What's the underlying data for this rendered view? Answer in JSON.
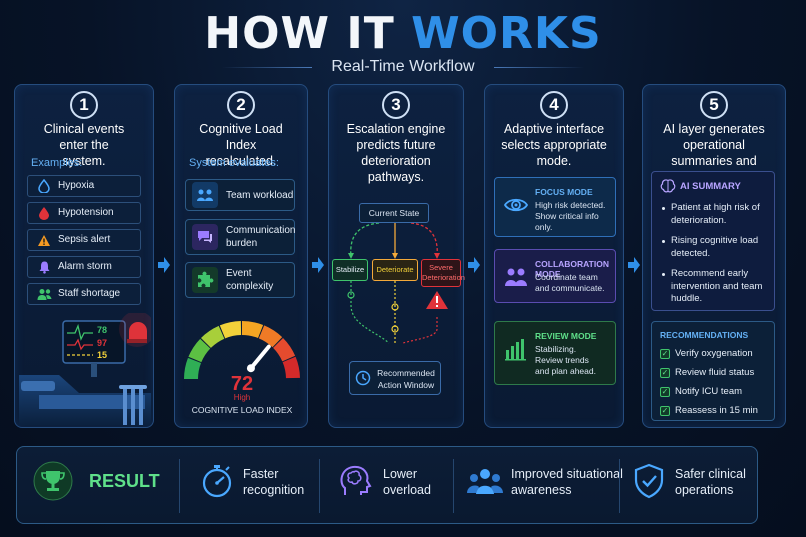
{
  "header": {
    "title_part1": "HOW IT",
    "title_part2": "WORKS",
    "subtitle": "Real-Time Workflow"
  },
  "steps": [
    {
      "number": "1",
      "heading": "Clinical events enter the system.",
      "section_label": "Examples:",
      "items": [
        {
          "label": "Hypoxia",
          "icon": "droplet-icon",
          "color": "#4aa8ff"
        },
        {
          "label": "Hypotension",
          "icon": "blood-drop-icon",
          "color": "#e0333a"
        },
        {
          "label": "Sepsis alert",
          "icon": "warning-icon",
          "color": "#f59a23"
        },
        {
          "label": "Alarm storm",
          "icon": "bell-icon",
          "color": "#9b7cff"
        },
        {
          "label": "Staff shortage",
          "icon": "people-icon",
          "color": "#3fc46c"
        }
      ],
      "monitor_values": [
        "78",
        "97",
        "15"
      ]
    },
    {
      "number": "2",
      "heading": "Cognitive Load Index recalculated.",
      "section_label": "System evaluates:",
      "tiles": [
        {
          "label": "Team workload",
          "icon": "team-icon",
          "color": "#4aa8ff"
        },
        {
          "label": "Communication burden",
          "icon": "chat-icon",
          "color": "#9b7cff"
        },
        {
          "label": "Event complexity",
          "icon": "puzzle-icon",
          "color": "#3fc46c"
        }
      ],
      "gauge": {
        "value": "72",
        "level": "High",
        "label": "COGNITIVE LOAD INDEX",
        "min": 0,
        "max": 100,
        "reading": 72
      }
    },
    {
      "number": "3",
      "heading": "Escalation engine predicts future deterioration pathways.",
      "flow": {
        "start": "Current State",
        "stabilize": "Stabilize",
        "deteriorate": "Deteriorate",
        "severe": "Severe Deterioration",
        "end": "Recommended Action Window"
      }
    },
    {
      "number": "4",
      "heading": "Adaptive interface selects appropriate mode.",
      "modes": [
        {
          "title": "FOCUS MODE",
          "description": "High risk detected. Show critical info only.",
          "icon": "eye-icon",
          "color": "#4aa8ff"
        },
        {
          "title": "COLLABORATION MODE",
          "description": "Coordinate team and communicate.",
          "icon": "team-icon",
          "color": "#9b7cff"
        },
        {
          "title": "REVIEW MODE",
          "description": "Stabilizing. Review trends and plan ahead.",
          "icon": "bar-chart-icon",
          "color": "#3fc46c"
        }
      ]
    },
    {
      "number": "5",
      "heading": "AI layer generates operational summaries and recommendations.",
      "summary_title": "AI SUMMARY",
      "summary_points": [
        "Patient at high risk of deterioration.",
        "Rising cognitive load detected.",
        "Recommend early intervention and team huddle."
      ],
      "recommendations_title": "RECOMMENDATIONS",
      "recommendations": [
        "Verify oxygenation",
        "Review fluid status",
        "Notify ICU team",
        "Reassess in 15 min"
      ]
    }
  ],
  "result": {
    "label": "RESULT",
    "benefits": [
      {
        "text": "Faster recognition",
        "icon": "stopwatch-icon"
      },
      {
        "text": "Lower overload",
        "icon": "brain-head-icon"
      },
      {
        "text": "Improved situational awareness",
        "icon": "team-icon"
      },
      {
        "text": "Safer clinical operations",
        "icon": "shield-check-icon"
      }
    ]
  },
  "colors": {
    "accent_blue": "#2f8fe8",
    "green": "#3fc46c",
    "purple": "#9b7cff",
    "orange": "#f59a23",
    "red": "#e0333a"
  }
}
